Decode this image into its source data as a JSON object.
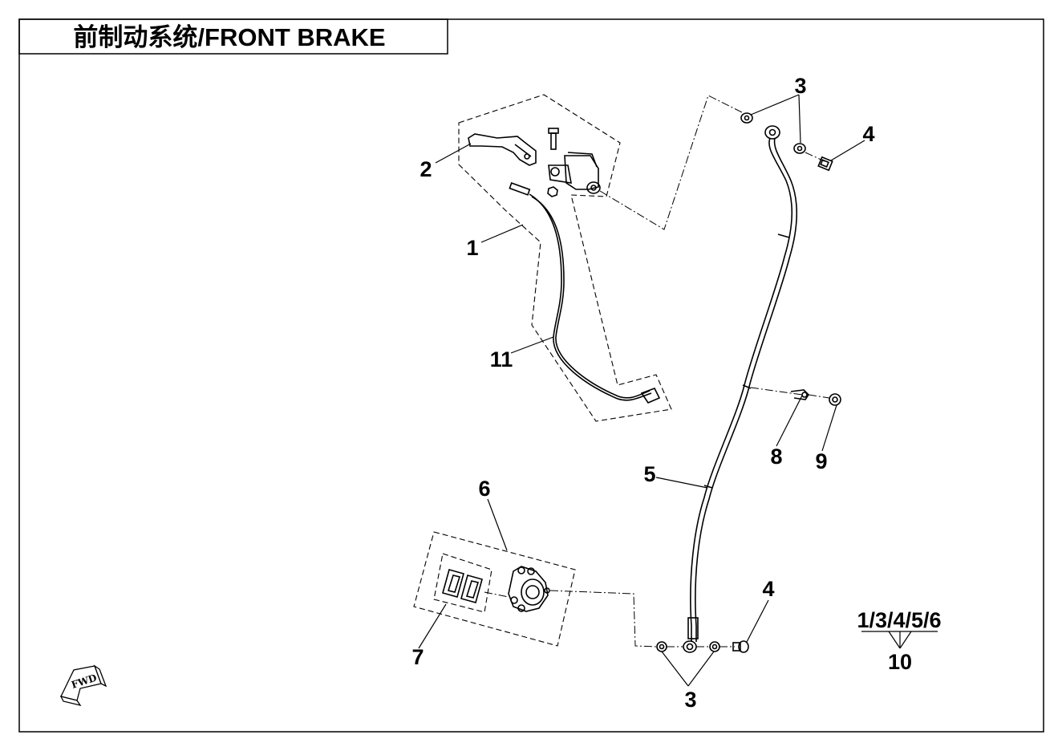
{
  "title": "前制动系统/FRONT BRAKE",
  "callouts": {
    "c1": "1",
    "c2": "2",
    "c3a": "3",
    "c3b": "3",
    "c4a": "4",
    "c4b": "4",
    "c5": "5",
    "c6": "6",
    "c7": "7",
    "c8": "8",
    "c9": "9",
    "c10": "10",
    "c11": "11"
  },
  "kit_label": "1/3/4/5/6",
  "fwd_label": "FWD",
  "icons": [
    "fwd-arrow-icon"
  ]
}
